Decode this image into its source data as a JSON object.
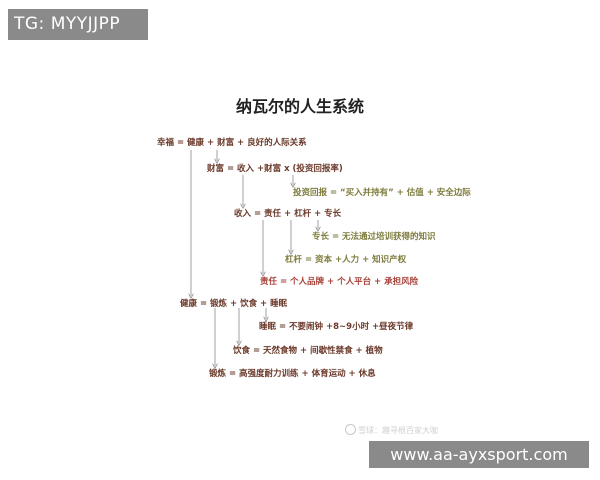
{
  "badge": {
    "text": "TG: MYYJJPP"
  },
  "title": "纳瓦尔的人生系统",
  "lines": {
    "l1": "幸福 = 健康 + 财富 + 良好的人际关系",
    "l2": "财富 = 收入 +财富 x (投资回报率)",
    "l3": "投资回报 = “买入并持有” + 估值 + 安全边际",
    "l4": "收入 = 责任 + 杠杆 + 专长",
    "l5": "专长 = 无法通过培训获得的知识",
    "l6": "杠杆 = 资本 +人力 + 知识产权",
    "l7": "责任 = 个人品牌 + 个人平台 + 承担风险",
    "l8": "健康 = 锻炼 + 饮食 + 睡眠",
    "l9": "睡眠 = 不要闹钟 +8~9小时 +昼夜节律",
    "l10": "饮食 = 天然食物 + 间歇性禁食 + 植物",
    "l11": "锻炼 = 高强度耐力训练 + 体育运动 + 休息"
  },
  "watermark": {
    "text": "雪球：趣寻根百家大咖"
  },
  "site": {
    "text": "www.aa-ayxsport.com"
  },
  "colors": {
    "text_dark": "#6b3a2b",
    "text_olive": "#7d7b3c",
    "text_red": "#a7433b",
    "connector": "#8a8a8a",
    "badge_bg": "#8a8a8a"
  }
}
